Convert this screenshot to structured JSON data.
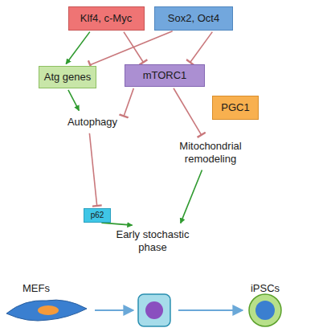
{
  "diagram": {
    "nodes": [
      {
        "text": [
          "Klf4, c-Myc"
        ]
      },
      {
        "text": [
          "Sox2, Oct4"
        ]
      },
      {
        "text": [
          "Atg genes"
        ]
      },
      {
        "text": [
          "mTORC1"
        ]
      },
      {
        "text": [
          "Autophagy"
        ]
      },
      {
        "text": [
          "PGC1"
        ]
      },
      {
        "text": [
          "Mitochondrial remodeling"
        ]
      },
      {
        "text": [
          "p62"
        ]
      },
      {
        "text": [
          "Early stochastic phase"
        ]
      }
    ],
    "edges": [
      {
        "from": 0,
        "to": 2,
        "arrow": "to"
      },
      {
        "from": 0,
        "to": 3,
        "arrow": "to"
      },
      {
        "from": 1,
        "to": 2,
        "arrow": "to"
      },
      {
        "from": 1,
        "to": 3,
        "arrow": "to"
      },
      {
        "from": 2,
        "to": 4,
        "arrow": "to"
      },
      {
        "from": 3,
        "to": 4,
        "arrow": "to"
      },
      {
        "from": 3,
        "to": 6,
        "arrow": "to"
      },
      {
        "from": 4,
        "to": 7,
        "arrow": "to"
      },
      {
        "from": 7,
        "to": 8,
        "arrow": "to"
      },
      {
        "from": 6,
        "to": 8,
        "arrow": "to"
      }
    ],
    "labels": [
      "MEFs",
      "iPSCs"
    ]
  }
}
